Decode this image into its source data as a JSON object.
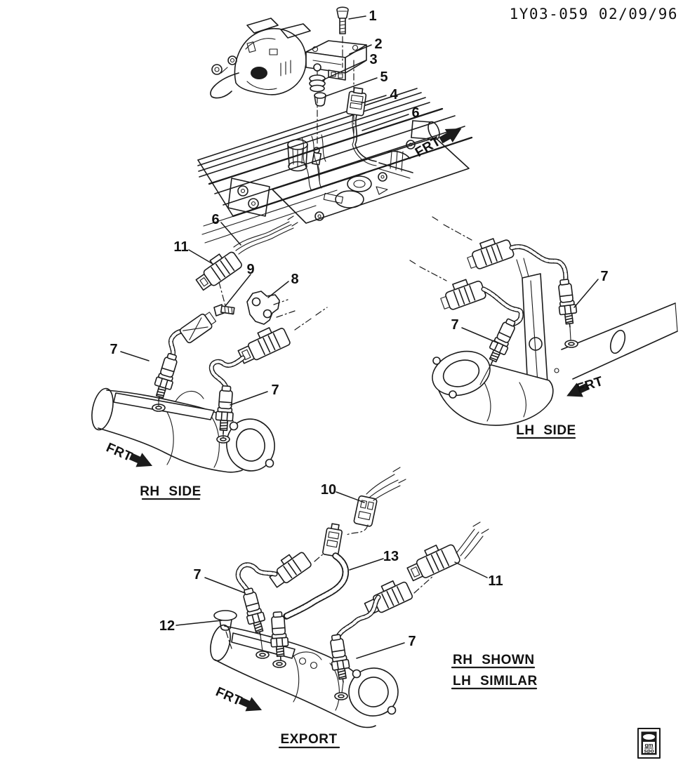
{
  "header": {
    "doc_ref": "1Y03-059 02/09/96"
  },
  "labels": {
    "frt": "FRT"
  },
  "figures": {
    "engine_top": {
      "callouts": {
        "bolt": "1",
        "egr_module": "2",
        "grommet": "3",
        "connector": "4",
        "bushing": "5",
        "harness": "6"
      }
    },
    "rh_side": {
      "caption": "RH SIDE",
      "callouts": {
        "harness": "6",
        "connector": "11",
        "bolt": "9",
        "bracket": "8",
        "sensor_front": "7",
        "sensor_rear": "7"
      }
    },
    "lh_side": {
      "caption": "LH SIDE",
      "callouts": {
        "sensor_rear": "7",
        "sensor_front": "7"
      }
    },
    "export": {
      "caption": "EXPORT",
      "notes": [
        "RH SHOWN",
        "LH SIMILAR"
      ],
      "callouts": {
        "connector": "10",
        "harness": "13",
        "sensor_front": "7",
        "plug": "12",
        "connector11": "11",
        "sensor_rear": "7"
      }
    }
  },
  "logo": {
    "line1": "gm",
    "line2": "spo"
  }
}
